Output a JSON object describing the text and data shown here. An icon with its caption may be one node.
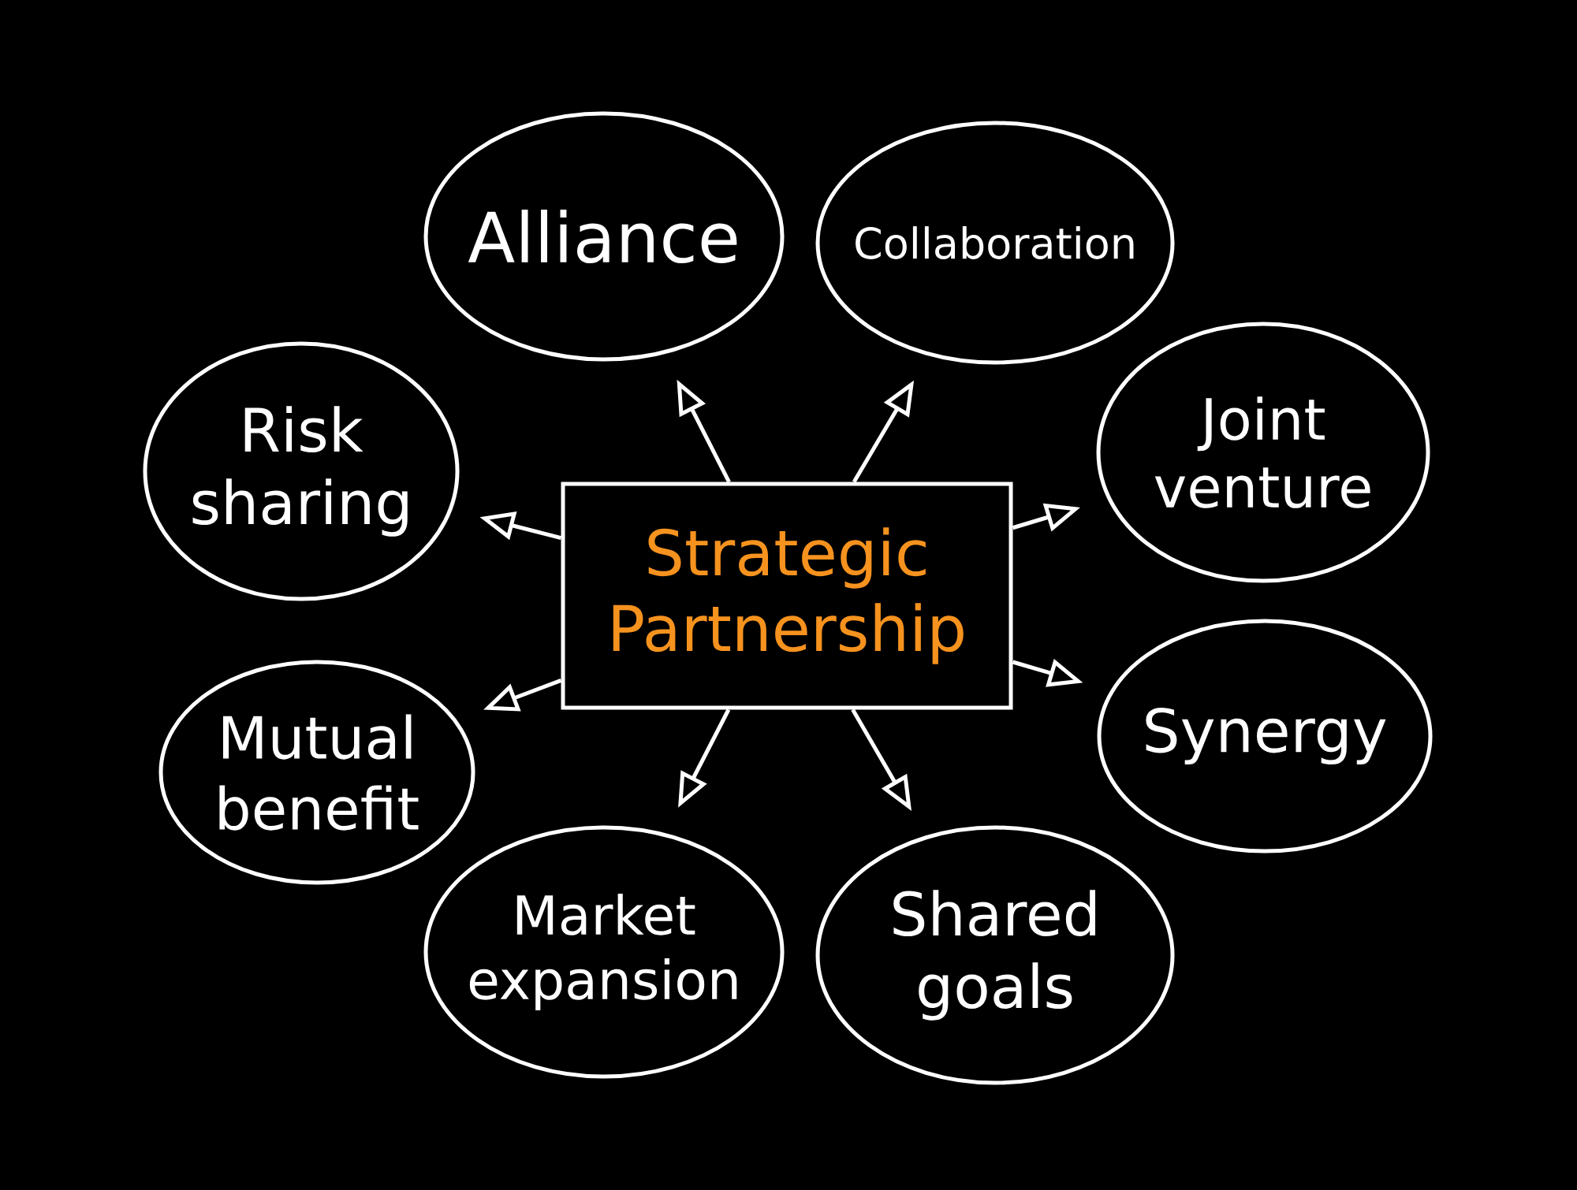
{
  "diagram": {
    "nodes": [
      {
        "text": [
          "Strategic Partnership"
        ]
      },
      {
        "text": [
          "Alliance"
        ]
      },
      {
        "text": [
          "Collaboration"
        ]
      },
      {
        "text": [
          "Joint venture"
        ]
      },
      {
        "text": [
          "Synergy"
        ]
      },
      {
        "text": [
          "Shared goals"
        ]
      },
      {
        "text": [
          "Market expansion"
        ]
      },
      {
        "text": [
          "Mutual benefit"
        ]
      },
      {
        "text": [
          "Risk sharing"
        ]
      }
    ],
    "edges": [
      {
        "from": 0,
        "to": 1,
        "arrow": "to"
      },
      {
        "from": 0,
        "to": 2,
        "arrow": "to"
      },
      {
        "from": 0,
        "to": 3,
        "arrow": "to"
      },
      {
        "from": 0,
        "to": 4,
        "arrow": "to"
      },
      {
        "from": 0,
        "to": 5,
        "arrow": "to"
      },
      {
        "from": 0,
        "to": 6,
        "arrow": "to"
      },
      {
        "from": 0,
        "to": 7,
        "arrow": "to"
      },
      {
        "from": 0,
        "to": 8,
        "arrow": "to"
      }
    ]
  }
}
